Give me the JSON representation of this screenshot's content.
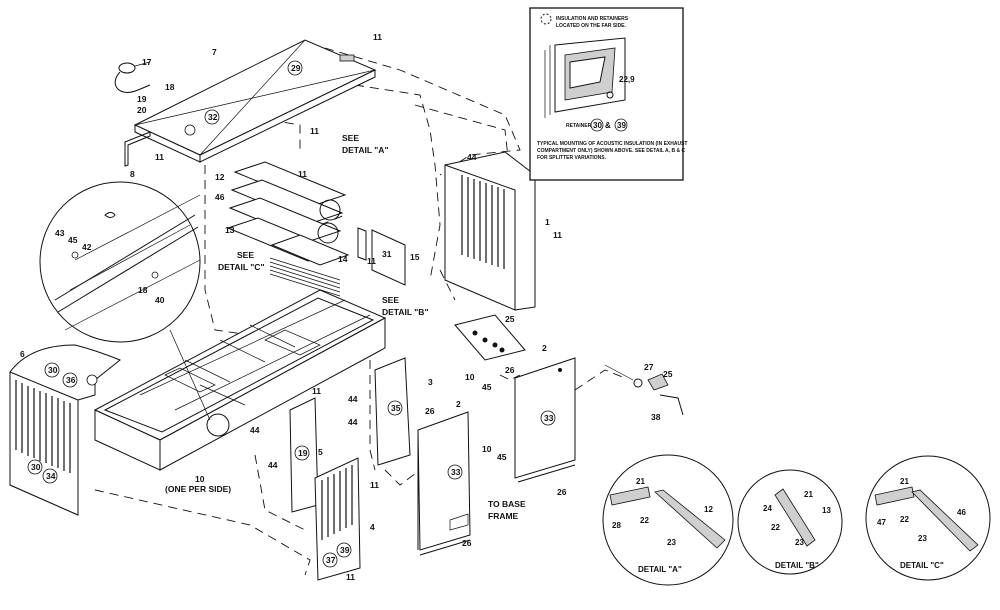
{
  "inset_box": {
    "note_line1": "INSULATION AND RETAINERS",
    "note_line2": "LOCATED ON THE FAR SIDE.",
    "retainer_label": "RETAINER",
    "ret_num1": "30",
    "amp": "&",
    "ret_num2": "39",
    "callout_229": "22,9",
    "caption_line1": "TYPICAL MOUNTING OF ACOUSTIC INSULATION (IN EXHAUST",
    "caption_line2": "COMPARTMENT ONLY) SHOWN ABOVE. SEE DETAIL A, B & C",
    "caption_line3": "FOR SPLITTER VARIATIONS."
  },
  "notes": {
    "see_a_1": "SEE",
    "see_a_2": "DETAIL \"A\"",
    "see_c_1": "SEE",
    "see_c_2": "DETAIL \"C\"",
    "see_b_1": "SEE",
    "see_b_2": "DETAIL \"B\"",
    "one_per_side": "(ONE PER SIDE)",
    "to_base_1": "TO BASE",
    "to_base_2": "FRAME"
  },
  "details": {
    "a": {
      "title": "DETAIL \"A\"",
      "c21": "21",
      "c28": "28",
      "c22": "22",
      "c12": "12",
      "c23": "23"
    },
    "b": {
      "title": "DETAIL \"B\"",
      "c21": "21",
      "c24": "24",
      "c22": "22",
      "c13": "13",
      "c23": "23"
    },
    "c": {
      "title": "DETAIL \"C\"",
      "c21": "21",
      "c47": "47",
      "c22": "22",
      "c46": "46",
      "c23": "23"
    }
  },
  "callouts": {
    "n11a": "11",
    "n7": "7",
    "n29": "29",
    "n32": "32",
    "n17": "17",
    "n18a": "18",
    "n19": "19",
    "n20": "20",
    "n11b": "11",
    "n11c": "11",
    "n8": "8",
    "n12": "12",
    "n46": "46",
    "n13": "13",
    "n11d": "11",
    "n14": "14",
    "n11e": "11",
    "n31": "31",
    "n15": "15",
    "n44a": "44",
    "n1": "1",
    "n11f": "11",
    "n43": "43",
    "n45a": "45",
    "n42": "42",
    "n18b": "18",
    "n40": "40",
    "n6": "6",
    "n30a": "30",
    "n36": "36",
    "n30b": "30",
    "n34": "34",
    "n10": "10",
    "n25a": "25",
    "n3": "3",
    "n35": "35",
    "n44b": "44",
    "n44c": "44",
    "n11g": "11",
    "n44d": "44",
    "n5": "5",
    "n19b": "19",
    "n44e": "44",
    "n11h": "11",
    "n4": "4",
    "n39": "39",
    "n37": "37",
    "n11i": "11",
    "n10b": "10",
    "n45b": "45",
    "n26a": "26",
    "n26b": "26",
    "n2a": "2",
    "n33a": "33",
    "n26c": "26",
    "n10c": "10",
    "n45c": "45",
    "n2b": "2",
    "n33b": "33",
    "n26d": "26",
    "n27": "27",
    "n25b": "25",
    "n38": "38"
  }
}
